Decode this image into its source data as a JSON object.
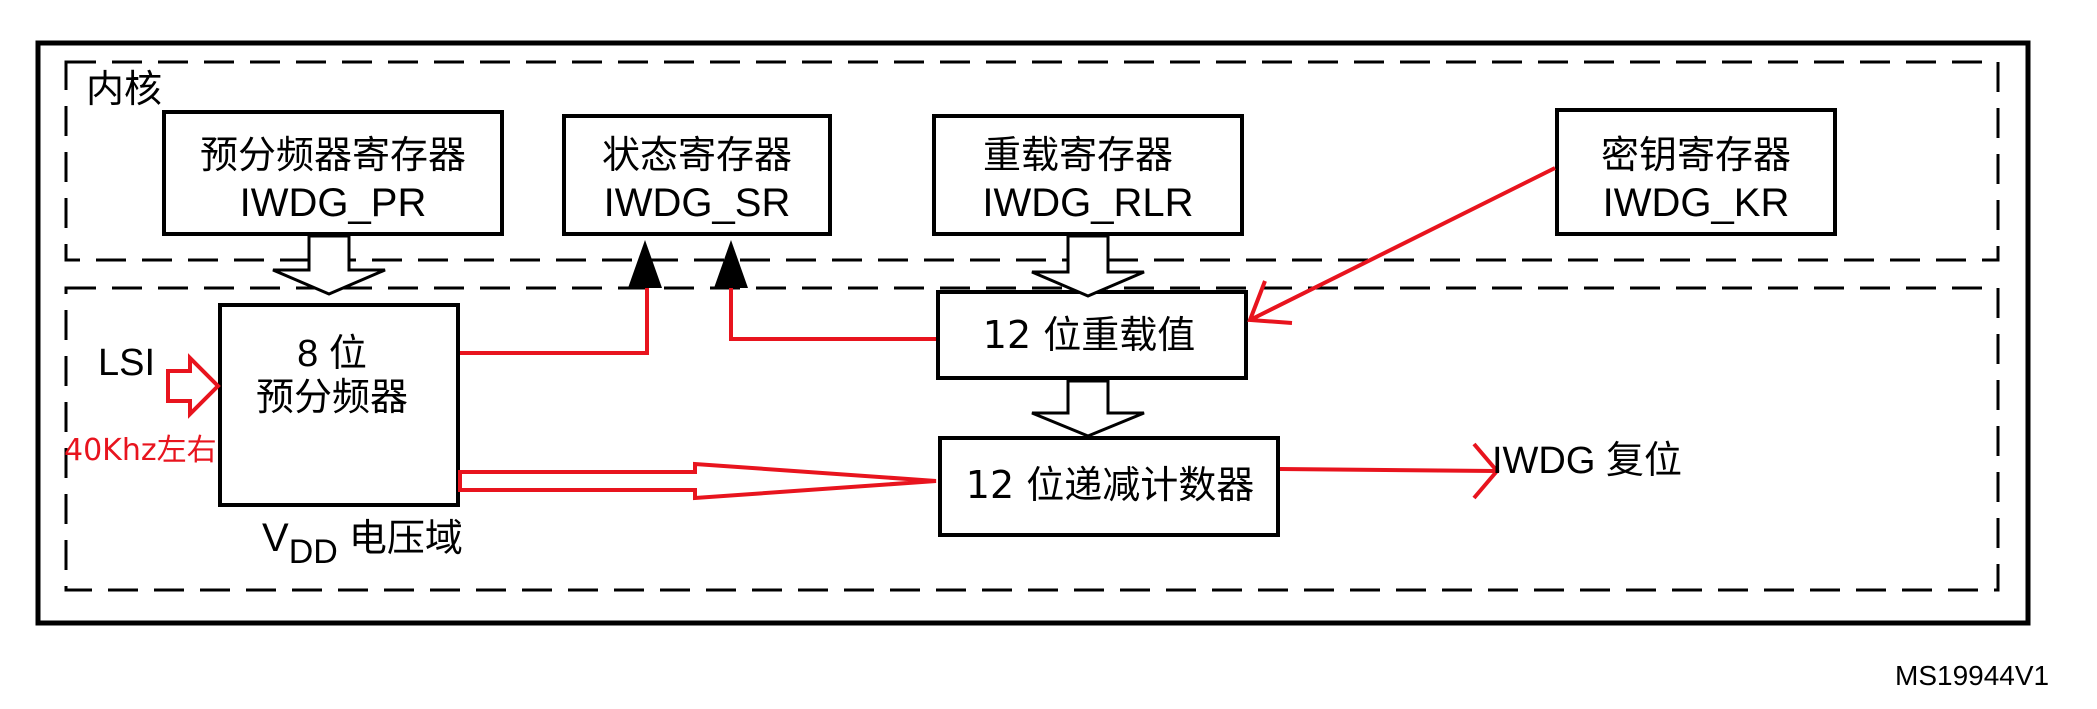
{
  "diagram": {
    "core_region_label": "内核",
    "vdd_region": {
      "v": "V",
      "sub": "DD",
      "text": "电压域"
    },
    "registers": {
      "pr": {
        "name": "预分频器寄存器",
        "reg": "IWDG_PR"
      },
      "sr": {
        "name": "状态寄存器",
        "reg": "IWDG_SR"
      },
      "rlr": {
        "name": "重载寄存器",
        "reg": "IWDG_RLR"
      },
      "kr": {
        "name": "密钥寄存器",
        "reg": "IWDG_KR"
      }
    },
    "prescaler": {
      "line1": "8 位",
      "line2": "预分频器"
    },
    "reload_value": "12 位重载值",
    "down_counter": "12 位递减计数器",
    "input_label": "LSI",
    "input_annotation": "40Khz左右",
    "output_label": "IWDG 复位",
    "figure_id": "MS19944V1"
  },
  "colors": {
    "line": "#000000",
    "annotation": "#e8141e",
    "background": "#ffffff"
  }
}
